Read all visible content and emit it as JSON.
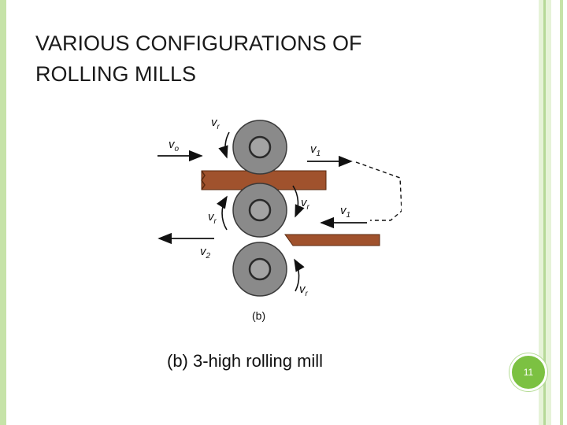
{
  "slide": {
    "title_line1": "VARIOUS CONFIGURATIONS OF",
    "title_line2": "ROLLING MILLS",
    "caption": "(b) 3‑high rolling mill",
    "page_number": "11"
  },
  "diagram": {
    "sublabel": "(b)",
    "labels": {
      "v_main": "v",
      "sub_o": "o",
      "sub_r": "r",
      "sub_1": "1",
      "sub_2": "2"
    },
    "colors": {
      "roll_outer": "#8a8a8a",
      "roll_inner": "#a3a3a3",
      "workpiece": "#a0522d",
      "arrow": "#111111",
      "accent_green": "#7cc142",
      "frame_green": "#c6e3a8"
    }
  }
}
